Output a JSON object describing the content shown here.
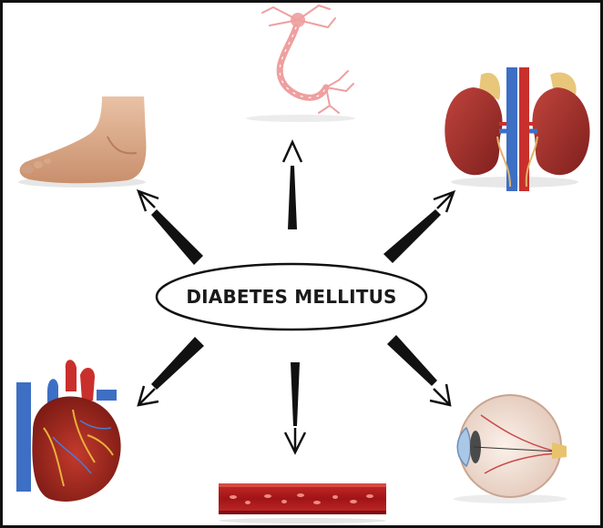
{
  "center": {
    "label": "DIABETES MELLITUS"
  },
  "colors": {
    "frame": "#111111",
    "arrow": "#111111",
    "skin": "#d9a98a",
    "nerve": "#f2a7a7",
    "kidney": "#a0322e",
    "vessel_blue": "#3d6fc4",
    "vessel_red": "#c9302c",
    "blood_vessel": "#a8191c",
    "eye_sclera": "#f3e6de"
  },
  "illustrations": [
    {
      "id": "foot",
      "icon": "foot-icon"
    },
    {
      "id": "nerve",
      "icon": "nerve-icon"
    },
    {
      "id": "kidneys",
      "icon": "kidney-icon"
    },
    {
      "id": "heart",
      "icon": "heart-icon"
    },
    {
      "id": "blood-vessel",
      "icon": "blood-vessel-icon"
    },
    {
      "id": "eye",
      "icon": "eye-icon"
    }
  ]
}
